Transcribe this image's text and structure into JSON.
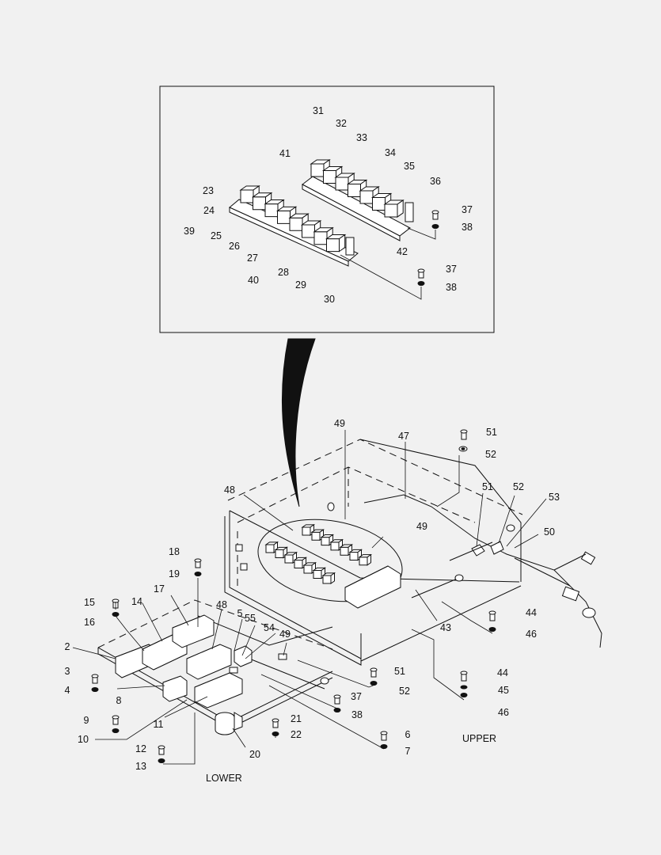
{
  "diagram": {
    "inset_labels": [
      "31",
      "32",
      "33",
      "34",
      "35",
      "36",
      "41",
      "23",
      "24",
      "39",
      "25",
      "26",
      "27",
      "40",
      "28",
      "29",
      "30",
      "42",
      "37",
      "38",
      "37",
      "38"
    ],
    "main_labels": [
      "49",
      "47",
      "51",
      "52",
      "48",
      "51",
      "52",
      "53",
      "49",
      "50",
      "18",
      "19",
      "17",
      "48",
      "5",
      "55",
      "54",
      "49",
      "15",
      "16",
      "14",
      "2",
      "3",
      "4",
      "8",
      "9",
      "10",
      "11",
      "12",
      "13",
      "20",
      "21",
      "22",
      "37",
      "38",
      "6",
      "7",
      "43",
      "44",
      "46",
      "51",
      "52",
      "44",
      "45",
      "46"
    ],
    "section_labels": {
      "upper": "UPPER",
      "lower": "LOWER"
    }
  }
}
